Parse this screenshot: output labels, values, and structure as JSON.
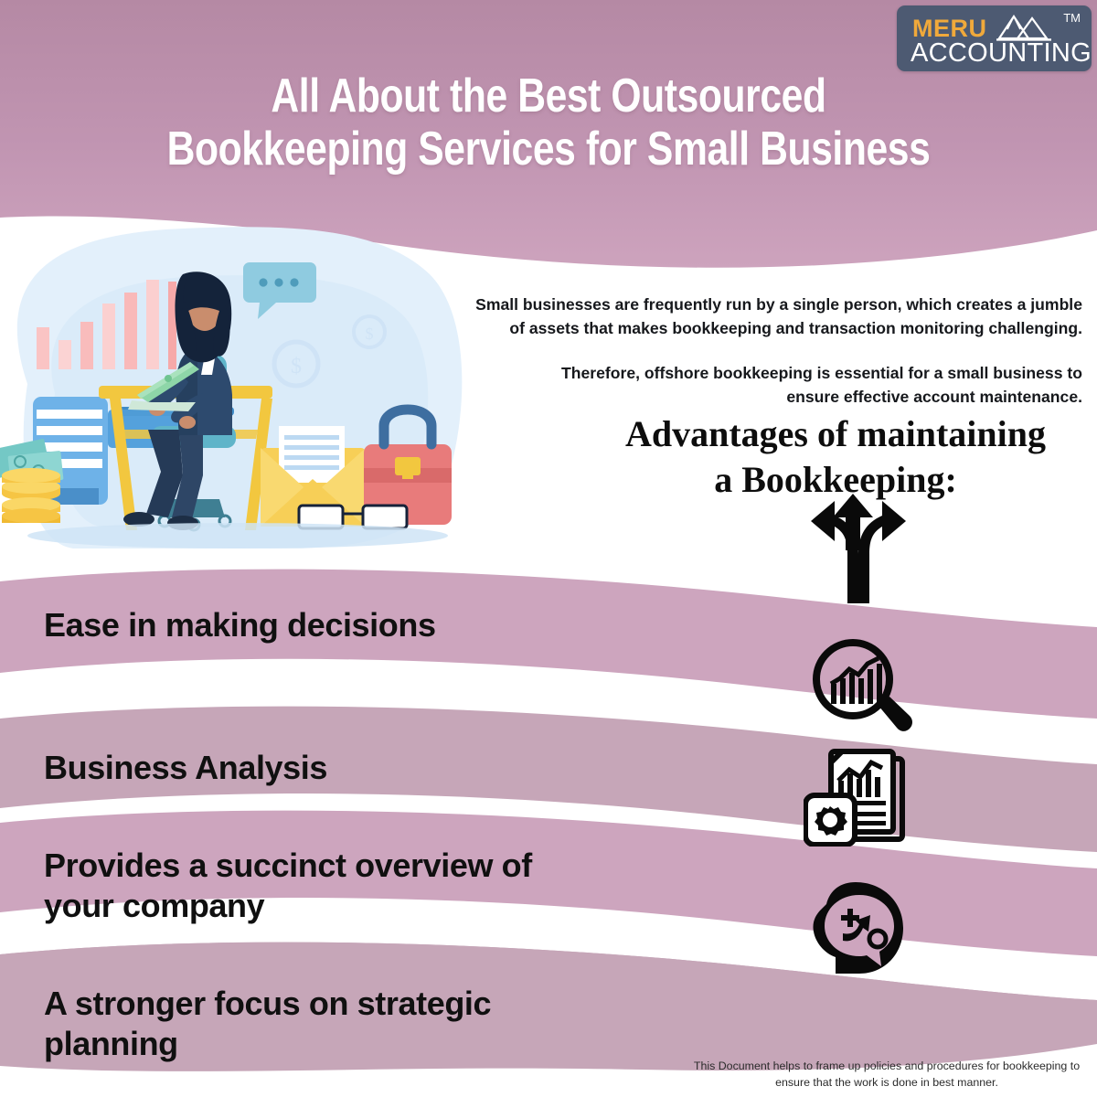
{
  "brand": {
    "logo_primary": "MERU",
    "logo_secondary": "ACCOUNTING",
    "trademark": "TM",
    "logo_bg_color": "#4d5a72",
    "logo_primary_color": "#f0a93b",
    "logo_secondary_color": "#ffffff",
    "mountain_icon": "mountain-icon"
  },
  "header": {
    "title_line_1": "All About the Best Outsourced",
    "title_line_2": "Bookkeeping Services for Small Business",
    "title_color": "#ffffff",
    "band_color_top": "#b98aa6",
    "band_color_bottom": "#c59cb6"
  },
  "intro": {
    "paragraph_1": "Small businesses are frequently run by a single person, which creates a jumble of assets that makes bookkeeping and transaction monitoring challenging.",
    "paragraph_2": "Therefore, offshore bookkeeping is essential for a small business to ensure effective account maintenance."
  },
  "advantages": {
    "heading_line_1": "Advantages of maintaining",
    "heading_line_2": "a  Bookkeeping:",
    "items": [
      {
        "label": "Ease in making  decisions",
        "icon": "three-way-arrows-icon",
        "band_color": "#cda5be"
      },
      {
        "label": "Business Analysis",
        "icon": "magnifier-bar-chart-icon",
        "band_color": "#c6a6b8"
      },
      {
        "label": "Provides a succinct overview of your company",
        "icon": "report-documents-gear-icon",
        "band_color": "#cda5be"
      },
      {
        "label": "A stronger focus  on strategic planning",
        "icon": "head-strategy-icon",
        "band_color": "#c6a6b8"
      }
    ]
  },
  "illustration": {
    "name": "bookkeeper-at-desk-illustration",
    "elements": [
      "woman-at-desk",
      "laptop",
      "office-chair",
      "bar-chart",
      "speech-bubble",
      "file-cabinet",
      "banknotes",
      "coin-stack",
      "envelope-with-document",
      "briefcase",
      "eyeglasses",
      "dollar-coins"
    ],
    "backdrop_color": "#e3f0fb"
  },
  "footer": {
    "note_line_1": "This Document helps to frame up policies and procedures for bookkeeping",
    "note_line_2": "to ensure that the work is done in best manner."
  },
  "theme": {
    "pink": "#cda5be",
    "pink_alt": "#c6a6b8",
    "white": "#ffffff",
    "text_dark": "#101010"
  }
}
